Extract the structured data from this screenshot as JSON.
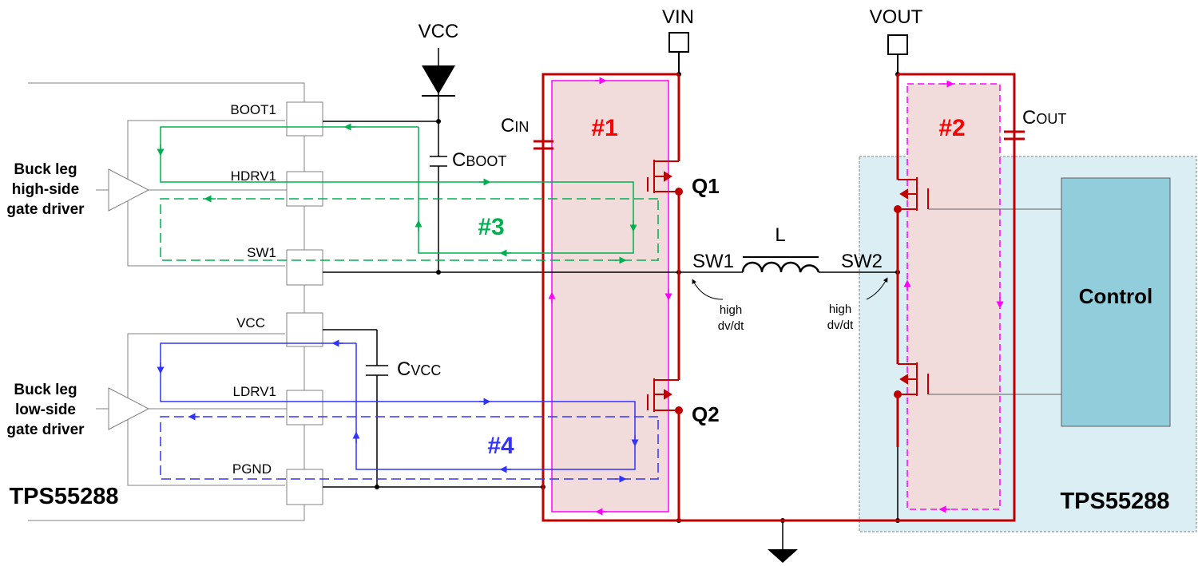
{
  "colors": {
    "trace_red": "#c00000",
    "loop1_fill": "#f2dcdb",
    "loop2_fill": "#f2dcdb",
    "loop1_arrow": "#ff00ff",
    "loop3": "#00b050",
    "loop4": "#3333ff",
    "control_fill": "#92cddc",
    "ic_region": "#daeef3",
    "label_red": "#ff0000"
  },
  "left_ic": {
    "pins": [
      "BOOT1",
      "HDRV1",
      "SW1",
      "VCC",
      "LDRV1",
      "PGND"
    ],
    "name": "TPS55288",
    "high_driver": [
      "Buck leg",
      "high-side",
      "gate driver"
    ],
    "low_driver": [
      "Buck leg",
      "low-side",
      "gate driver"
    ]
  },
  "rails": {
    "vcc_top": "VCC",
    "vin": "VIN",
    "vout": "VOUT"
  },
  "capacitors": {
    "cin": {
      "main": "C",
      "sub": "IN"
    },
    "cout": {
      "main": "C",
      "sub": "OUT"
    },
    "cboot": {
      "main": "C",
      "sub": "BOOT"
    },
    "cvcc": {
      "main": "C",
      "sub": "VCC"
    }
  },
  "transistors": {
    "q1": "Q1",
    "q2": "Q2"
  },
  "inductor": "L",
  "nodes": {
    "sw1": "SW1",
    "sw2": "SW2"
  },
  "annotations": {
    "dvdt_line1": "high",
    "dvdt_line2": "dv/dt"
  },
  "loops": {
    "loop1": "#1",
    "loop2": "#2",
    "loop3": "#3",
    "loop4": "#4"
  },
  "right_ic": {
    "control": "Control",
    "name": "TPS55288"
  }
}
